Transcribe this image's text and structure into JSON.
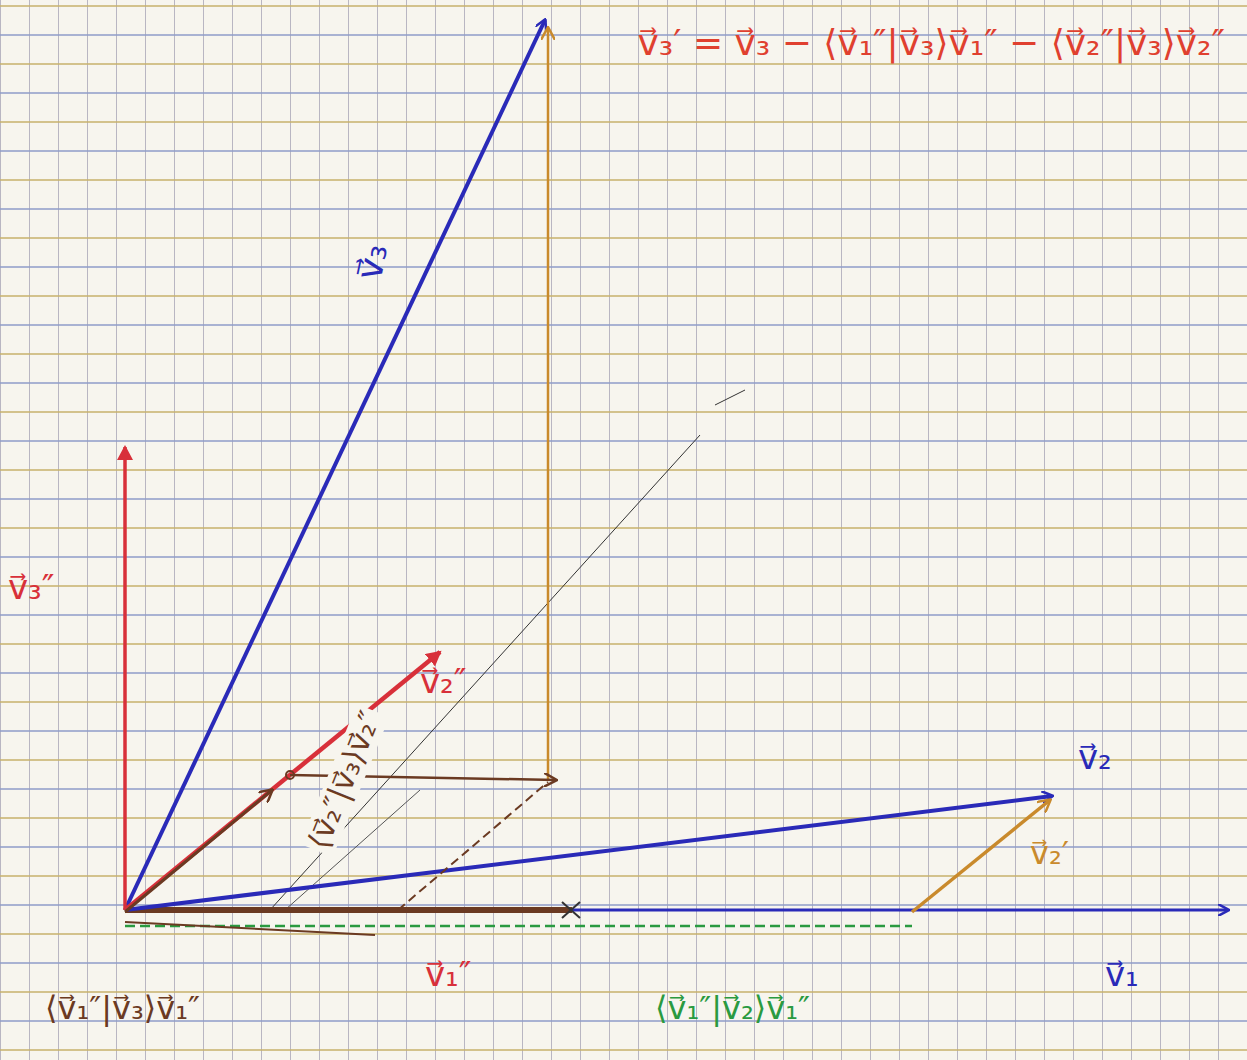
{
  "diagram": {
    "labels": [
      "v⃗₃′ = v⃗₃ − ⟨v⃗₁″|v⃗₃⟩v⃗₁″ − ⟨v⃗₂″|v⃗₃⟩v⃗₂″",
      "v⃗₃",
      "v⃗₃″",
      "⟨v⃗₂″|v⃗₃⟩v⃗₂″",
      "v⃗₂″",
      "v⃗₂",
      "v⃗₂′",
      "v⃗₁″",
      "⟨v⃗₁″|v⃗₃⟩v⃗₁″",
      "⟨v⃗₁″|v⃗₂⟩v⃗₁″",
      "v⃗₁"
    ]
  }
}
